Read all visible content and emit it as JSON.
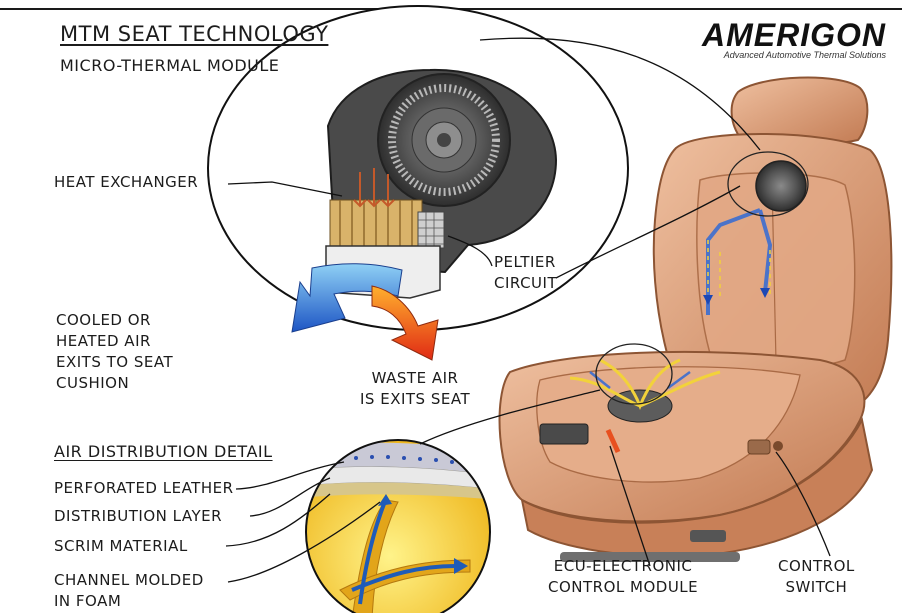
{
  "header": {
    "title": "MTM SEAT TECHNOLOGY",
    "subtitle": "MICRO-THERMAL MODULE"
  },
  "logo": {
    "name": "AMERIGON",
    "tagline": "Advanced Automotive Thermal Solutions"
  },
  "module_labels": {
    "heat_exchanger": "HEAT EXCHANGER",
    "peltier": [
      "PELTIER",
      "CIRCUIT"
    ],
    "cooled_air": [
      "COOLED OR",
      "HEATED AIR",
      "EXITS TO SEAT",
      "CUSHION"
    ],
    "waste_air": [
      "WASTE AIR",
      "IS EXITS SEAT"
    ]
  },
  "detail": {
    "heading": "AIR DISTRIBUTION DETAIL",
    "labels": [
      "PERFORATED LEATHER",
      "DISTRIBUTION LAYER",
      "SCRIM MATERIAL",
      "CHANNEL MOLDED",
      "IN FOAM"
    ]
  },
  "seat_labels": {
    "ecu": [
      "ECU-ELECTRONIC",
      "CONTROL MODULE"
    ],
    "switch": [
      "CONTROL",
      "SWITCH"
    ]
  },
  "colors": {
    "leather": "#d99a72",
    "leather_dark": "#b56f48",
    "cool_arrow": "#2a6fd0",
    "hot_arrow": "#e8501f",
    "foam": "#f3cf2a"
  }
}
